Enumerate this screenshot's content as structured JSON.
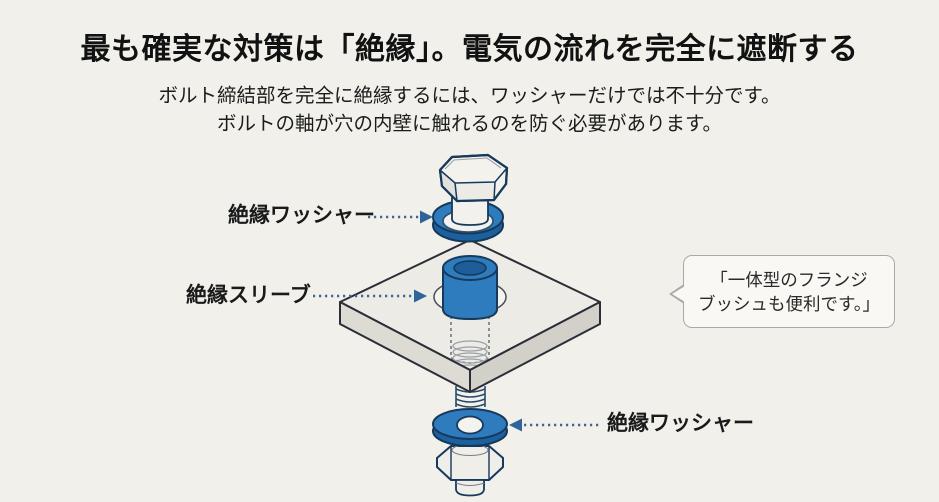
{
  "slide": {
    "title": "最も確実な対策は「絶縁」。電気の流れを完全に遮断する",
    "subtitle": {
      "line1": "ボルト締結部を完全に絶縁するには、ワッシャーだけでは不十分です。",
      "line2": "ボルトの軸が穴の内壁に触れるのを防ぐ必要があります。"
    }
  },
  "diagram": {
    "labels": {
      "top_washer": "絶縁ワッシャー",
      "sleeve": "絶縁スリーブ",
      "bottom_washer": "絶縁ワッシャー"
    },
    "callout": {
      "line1": "「一体型のフランジ",
      "line2": "ブッシュも便利です。」"
    }
  },
  "colors": {
    "background": "#F1F0EB",
    "insulator_blue": "#2E7BBD",
    "insulator_blue_shadow": "#1D609F",
    "outline_navy": "#17395C",
    "metal_fill": "#F2F1ED",
    "plate_top": "#ECEBE5",
    "plate_side_left": "#DDDBD3",
    "plate_side_right": "#D2D0C8",
    "arrow_blue": "#2F6499",
    "text_dark": "#161616"
  }
}
